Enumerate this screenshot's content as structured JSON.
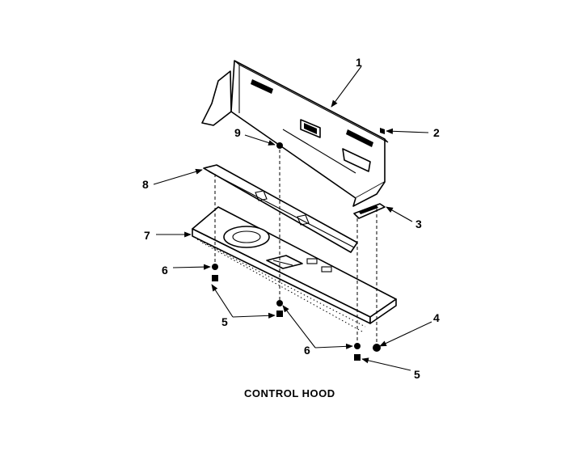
{
  "caption": "CONTROL HOOD",
  "callouts": [
    {
      "id": "1",
      "part": "back-panel"
    },
    {
      "id": "2",
      "part": "screw"
    },
    {
      "id": "3",
      "part": "bracket"
    },
    {
      "id": "4",
      "part": "nut"
    },
    {
      "id": "5",
      "part": "screw"
    },
    {
      "id": "5",
      "part": "screw"
    },
    {
      "id": "6",
      "part": "washer"
    },
    {
      "id": "6",
      "part": "washer"
    },
    {
      "id": "7",
      "part": "control-panel-base"
    },
    {
      "id": "8",
      "part": "trim-strip"
    },
    {
      "id": "9",
      "part": "washer"
    }
  ]
}
